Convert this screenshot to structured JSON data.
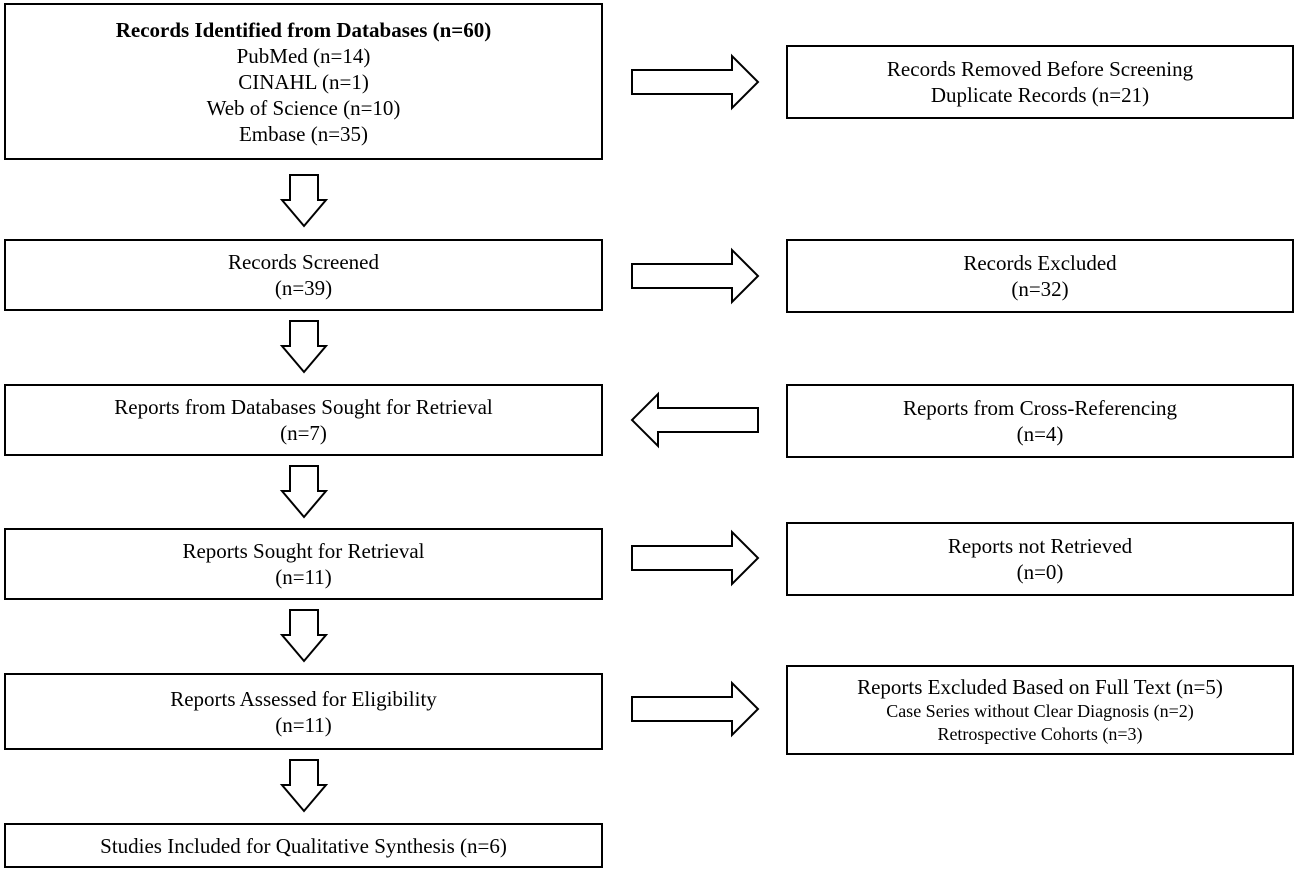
{
  "identified": {
    "title": "Records Identified from Databases (n=60)",
    "sources": [
      "PubMed (n=14)",
      "CINAHL (n=1)",
      "Web of Science (n=10)",
      "Embase (n=35)"
    ]
  },
  "removed": {
    "title": "Records Removed Before Screening",
    "detail": "Duplicate Records (n=21)"
  },
  "screened": {
    "title": "Records Screened",
    "count": "(n=39)"
  },
  "excluded": {
    "title": "Records Excluded",
    "count": "(n=32)"
  },
  "sought_db": {
    "title": "Reports from Databases Sought for Retrieval",
    "count": "(n=7)"
  },
  "cross_ref": {
    "title": "Reports from Cross-Referencing",
    "count": "(n=4)"
  },
  "sought": {
    "title": "Reports Sought for Retrieval",
    "count": "(n=11)"
  },
  "not_retrieved": {
    "title": "Reports not Retrieved",
    "count": "(n=0)"
  },
  "assessed": {
    "title": "Reports Assessed for Eligibility",
    "count": "(n=11)"
  },
  "excluded_full": {
    "title": "Reports Excluded Based on Full Text (n=5)",
    "reasons": [
      "Case Series without Clear Diagnosis (n=2)",
      "Retrospective Cohorts (n=3)"
    ]
  },
  "included": {
    "title": "Studies Included for Qualitative Synthesis (n=6)"
  }
}
